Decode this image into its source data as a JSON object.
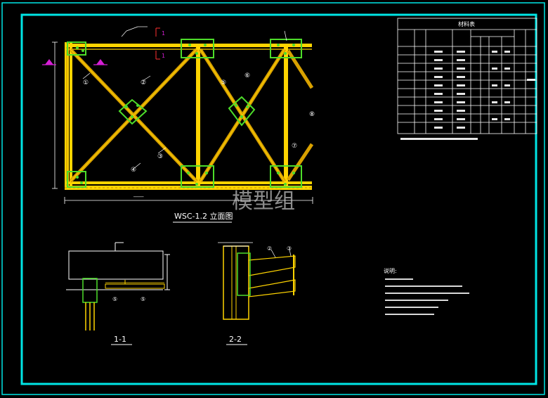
{
  "colors": {
    "background": "#000000",
    "border": "#00e5e5",
    "steel": "#ffd400",
    "bracing": "#d9a100",
    "gusset": "#4ddd2a",
    "lines": "#ffffff",
    "marker": "#d61fd6",
    "red_mark": "#ff3030"
  },
  "elevation": {
    "title": "WSC-1.2 立面图",
    "section_mark": "1",
    "member_tags": [
      "①",
      "②",
      "③",
      "④",
      "⑤",
      "⑥",
      "⑦",
      "⑧"
    ]
  },
  "section_1": {
    "title": "1-1"
  },
  "section_2": {
    "title": "2-2"
  },
  "material_table": {
    "title": "材料表"
  },
  "notes": {
    "heading": "说明:"
  },
  "watermark": "模型组"
}
